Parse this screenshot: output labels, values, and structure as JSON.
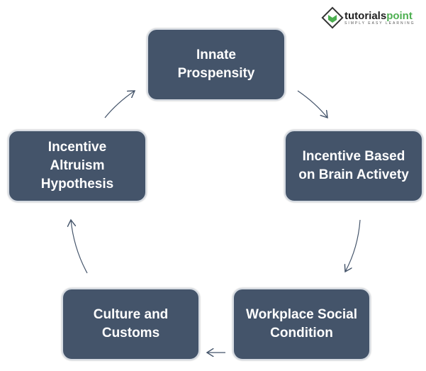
{
  "logo": {
    "brand": "tutorialspoint",
    "brand_prefix": "tutorials",
    "brand_suffix": "point",
    "tagline": "SIMPLY EASY LEARNING"
  },
  "nodes": [
    {
      "label": "Innate\nProspensity"
    },
    {
      "label": "Incentive Based\non Brain Activety"
    },
    {
      "label": "Workplace Social\nCondition"
    },
    {
      "label": "Culture and\nCustoms"
    },
    {
      "label": "Incentive\nAltruism\nHypothesis"
    }
  ],
  "colors": {
    "box": "#44546a",
    "arrow": "#44546a"
  }
}
